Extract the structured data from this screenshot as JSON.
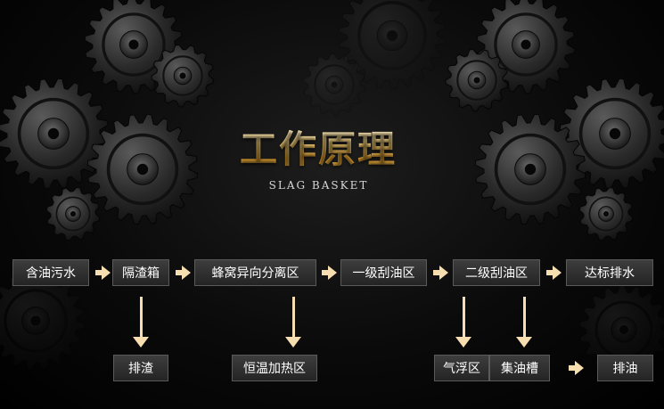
{
  "title": "工作原理",
  "subtitle": "SLAG BASKET",
  "colors": {
    "accent": "#f4c65a",
    "arrow": "#f6deb0",
    "box_fill": "#2e2e2e",
    "box_border": "#5a5a5a",
    "text": "#ffffff"
  },
  "flow": {
    "main": [
      {
        "label": "含油污水"
      },
      {
        "label": "隔渣箱"
      },
      {
        "label": "蜂窝异向分离区"
      },
      {
        "label": "一级刮油区"
      },
      {
        "label": "二级刮油区"
      },
      {
        "label": "达标排水"
      }
    ],
    "bottom": [
      {
        "label": "排渣"
      },
      {
        "label": "恒温加热区"
      },
      {
        "label": "气浮区"
      },
      {
        "label": "集油槽"
      },
      {
        "label": "排油"
      }
    ]
  }
}
